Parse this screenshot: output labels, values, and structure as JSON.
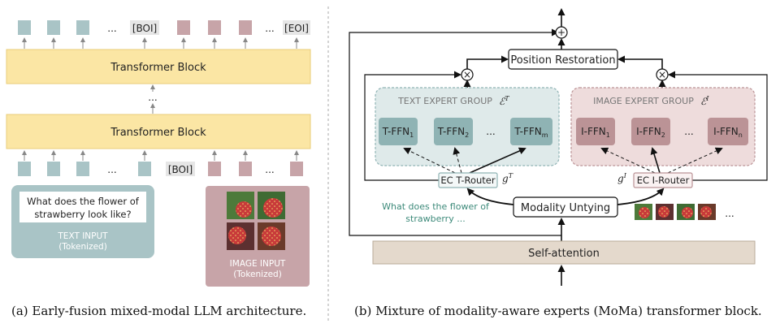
{
  "left": {
    "top_tokens": {
      "boi": "[BOI]",
      "eoi": "[EOI]",
      "dots1": "...",
      "dots2": "..."
    },
    "transformer_top": "Transformer Block",
    "between_dots": "...",
    "transformer_bottom": "Transformer Block",
    "bottom_tokens": {
      "dots1": "...",
      "boi": "[BOI]",
      "dots2": "..."
    },
    "text_prompt_line1": "What does the flower of",
    "text_prompt_line2": "strawberry look like?",
    "text_input_line1": "TEXT INPUT",
    "text_input_line2": "(Tokenized)",
    "image_input_line1": "IMAGE INPUT",
    "image_input_line2": "(Tokenized)",
    "caption": "(a) Early-fusion mixed-modal LLM architecture."
  },
  "right": {
    "plus_symbol": "+",
    "times_symbol": "×",
    "position_restoration": "Position Restoration",
    "text_group_title": "TEXT EXPERT GROUP",
    "text_group_symbol": "ℰ",
    "text_group_sup": "T",
    "image_group_title": "IMAGE EXPERT GROUP",
    "image_group_symbol": "ℰ",
    "image_group_sup": "I",
    "t_ffn_base": "T-FFN",
    "t_ffn_subs": [
      "1",
      "2",
      "m"
    ],
    "i_ffn_base": "I-FFN",
    "i_ffn_subs": [
      "1",
      "2",
      "n"
    ],
    "expert_dots": "...",
    "t_router": "EC T-Router",
    "i_router": "EC I-Router",
    "g_symbol": "g",
    "g_t_sup": "T",
    "g_i_sup": "I",
    "modality_untying": "Modality Untying",
    "query_line1": "What does the flower of",
    "query_line2": "strawberry ...",
    "image_dots": "...",
    "self_attention": "Self-attention",
    "caption": "(b) Mixture of modality-aware experts (MoMa) transformer block."
  },
  "colors": {
    "text_token": "#a9c4c6",
    "image_token": "#c7a4a8",
    "transformer": "#fbe6a4",
    "text_input": "#a9c4c6",
    "image_input": "#c7a4a8",
    "text_group": "#dfeaea",
    "image_group": "#eedcdc",
    "t_ffn": "#8fb3b4",
    "i_ffn": "#bb9396",
    "self_attention": "#e4d9cc",
    "query_text": "#3d8a7a"
  }
}
